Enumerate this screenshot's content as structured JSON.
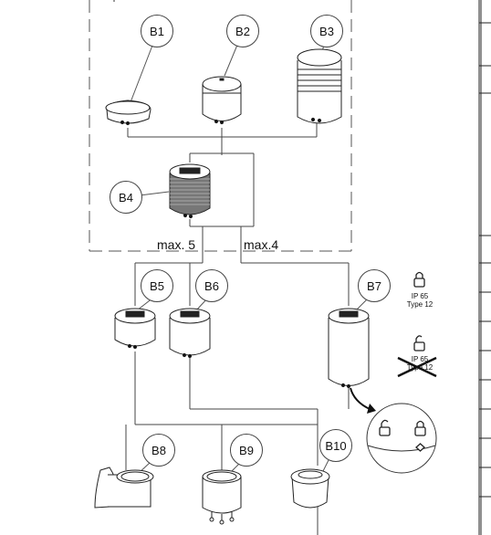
{
  "callouts": {
    "b1": "B1",
    "b2": "B2",
    "b3": "B3",
    "b4": "B4",
    "b5": "B5",
    "b6": "B6",
    "b7": "B7",
    "b8": "B8",
    "b9": "B9",
    "b10": "B10"
  },
  "limits": {
    "max5": "max. 5",
    "max4": "max.4"
  },
  "protection_allowed": {
    "ip": "IP 65",
    "type": "Type 12",
    "icon": "padlock-closed-icon"
  },
  "protection_not_allowed": {
    "ip": "IP 65",
    "type": "Type 12",
    "icon": "padlock-open-icon",
    "mark": "cross-out"
  },
  "detail_icons": [
    "padlock-open-icon",
    "padlock-closed-icon"
  ]
}
